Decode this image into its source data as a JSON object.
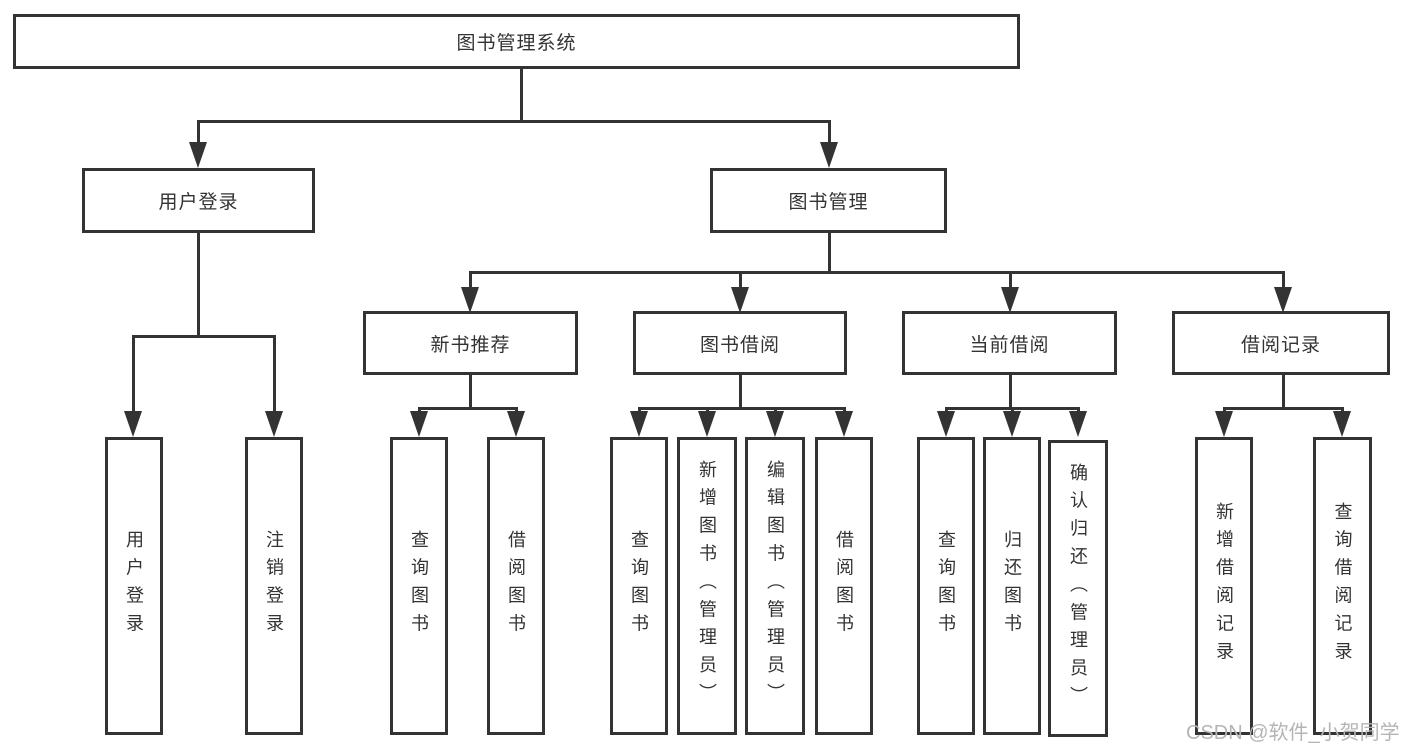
{
  "diagram_title": "图书管理系统",
  "nodes": {
    "root": "图书管理系统",
    "login": "用户登录",
    "book_mgmt": "图书管理",
    "new_book": "新书推荐",
    "book_borrow": "图书借阅",
    "current_borrow": "当前借阅",
    "borrow_records": "借阅记录",
    "login_children": [
      "用户登录",
      "注销登录"
    ],
    "new_book_children": [
      "查询图书",
      "借阅图书"
    ],
    "book_borrow_children": [
      "查询图书",
      "新增图书（管理员）",
      "编辑图书（管理员）",
      "借阅图书"
    ],
    "current_borrow_children": [
      "查询图书",
      "归还图书",
      "确认归还（管理员）"
    ],
    "borrow_records_children": [
      "新增借阅记录",
      "查询借阅记录"
    ]
  },
  "watermark": "CSDN @软件_小贺同学",
  "colors": {
    "line": "#333333",
    "text": "#333333",
    "background": "#ffffff",
    "watermark": "#b5b5b5"
  }
}
